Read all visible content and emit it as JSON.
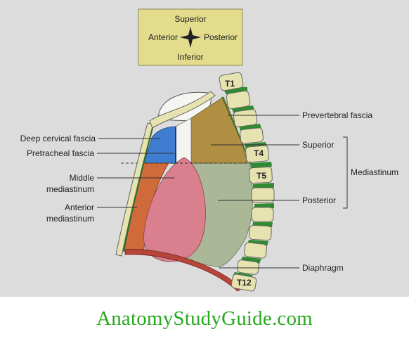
{
  "orientation": {
    "superior": "Superior",
    "anterior": "Anterior",
    "posterior": "Posterior",
    "inferior": "Inferior",
    "box_color": "#e2dc8c"
  },
  "labels": {
    "left": {
      "deep_cervical_fascia": "Deep cervical fascia",
      "pretracheal_fascia": "Pretracheal fascia",
      "middle_mediastinum_1": "Middle",
      "middle_mediastinum_2": "mediastinum",
      "anterior_mediastinum_1": "Anterior",
      "anterior_mediastinum_2": "mediastinum"
    },
    "right": {
      "prevertebral_fascia": "Prevertebral fascia",
      "superior": "Superior",
      "mediastinum": "Mediastinum",
      "posterior": "Posterior",
      "diaphragm": "Diaphragm"
    }
  },
  "vertebrae": {
    "t1": "T1",
    "t4": "T4",
    "t5": "T5",
    "t12": "T12"
  },
  "footer": {
    "site_name": "AnatomyStudyGuide.com"
  },
  "colors": {
    "background": "#dcdcdc",
    "superior_region": "#b08e42",
    "blue_region": "#3f7dd0",
    "anterior_region": "#cf6a3b",
    "middle_region": "#d97f8e",
    "posterior_region": "#aab897",
    "vertebra_fill": "#e6e3b1",
    "disc_green": "#2f8b2f",
    "diaphragm": "#b8453a",
    "footer_text": "#29a81f"
  }
}
